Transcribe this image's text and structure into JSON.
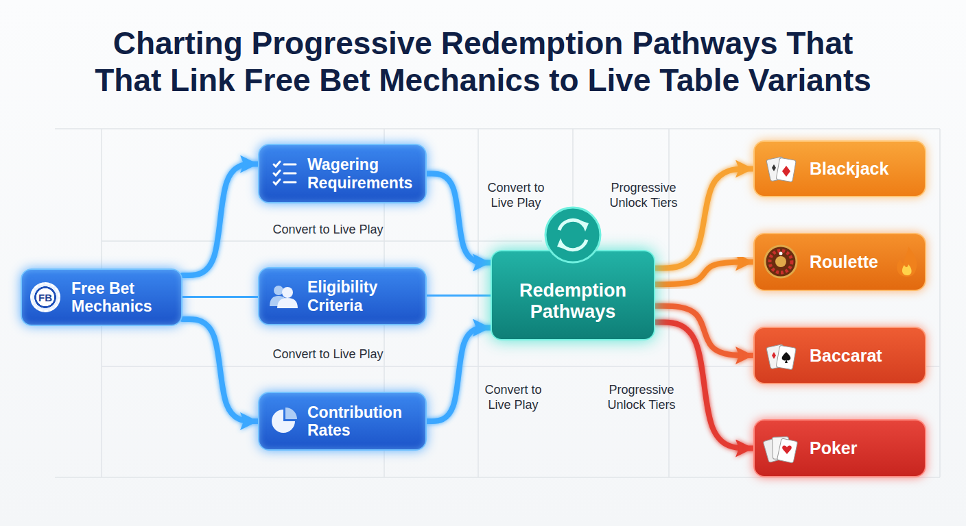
{
  "diagram": {
    "title": "Charting Progressive Redemption Pathways That That Link Free Bet Mechanics to Live Table Variants",
    "nodes": [
      {
        "text": [
          "FB",
          "Free Bet Mechanics"
        ]
      },
      {
        "text": [
          "Wagering Requirements"
        ]
      },
      {
        "text": [
          "Eligibility Criteria"
        ]
      },
      {
        "text": [
          "Contribution Rates"
        ]
      },
      {
        "text": [
          "Redemption Pathways"
        ]
      },
      {
        "text": [
          "Blackjack"
        ]
      },
      {
        "text": [
          "Roulette"
        ]
      },
      {
        "text": [
          "Baccarat"
        ]
      },
      {
        "text": [
          "Poker"
        ]
      }
    ],
    "edges": [
      {
        "from": 0,
        "to": 1,
        "arrow": "to"
      },
      {
        "from": 0,
        "to": 2,
        "arrow": "to"
      },
      {
        "from": 0,
        "to": 3,
        "arrow": "to"
      },
      {
        "from": 1,
        "to": 4,
        "arrow": "to"
      },
      {
        "from": 2,
        "to": 4,
        "arrow": "to"
      },
      {
        "from": 3,
        "to": 4,
        "arrow": "to"
      },
      {
        "from": 4,
        "to": 5,
        "arrow": "to"
      },
      {
        "from": 4,
        "to": 6,
        "arrow": "to"
      },
      {
        "from": 4,
        "to": 7,
        "arrow": "to"
      },
      {
        "from": 4,
        "to": 8,
        "arrow": "to"
      }
    ],
    "labels": [
      "Convert to Live Play",
      "Progressive Unlock Tiers",
      "Convert to Live Play",
      "Convert to Live Play",
      "Convert to Live Play",
      "Progressive Unlock Tiers"
    ]
  }
}
